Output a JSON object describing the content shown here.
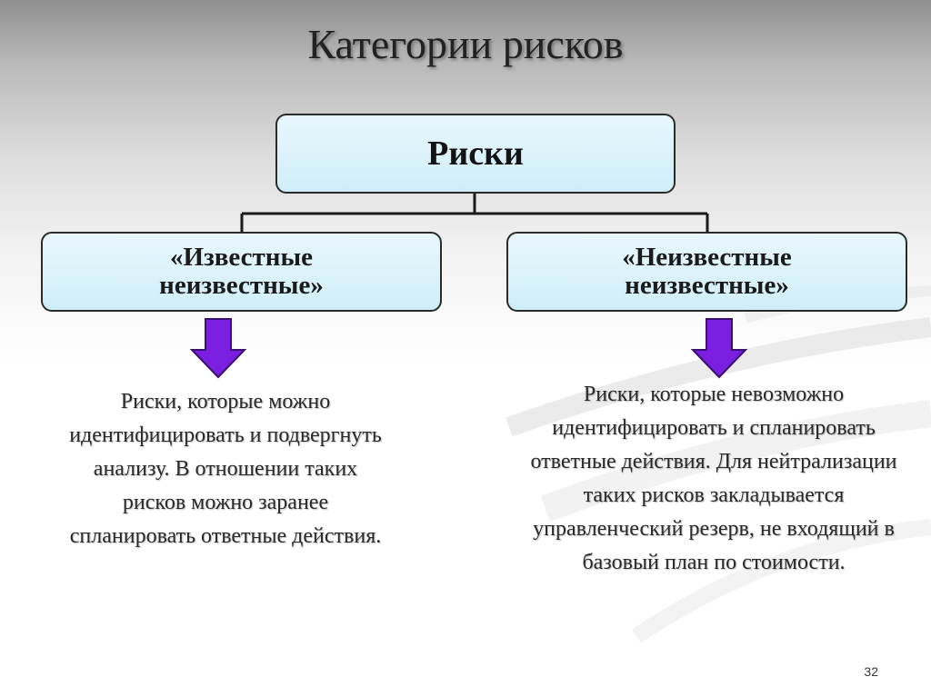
{
  "slide": {
    "title": "Категории рисков",
    "page_number": "32"
  },
  "diagram": {
    "root": {
      "label": "Риски"
    },
    "branches": [
      {
        "label": "«Известные неизвестные»",
        "description": "Риски, которые можно идентифицировать и подвергнуть анализу. В отношении таких рисков можно заранее спланировать ответные действия."
      },
      {
        "label": "«Неизвестные неизвестные»",
        "description": "Риски, которые невозможно идентифицировать и спланировать ответные действия. Для нейтрализации таких рисков закладывается управленческий резерв, не входящий в базовый план по стоимости."
      }
    ]
  },
  "colors": {
    "box_fill": "#cfeef9",
    "box_border": "#2b2b2b",
    "arrow_fill": "#7a1fe0",
    "arrow_border": "#3a1070",
    "connector": "#1a1a1a"
  }
}
